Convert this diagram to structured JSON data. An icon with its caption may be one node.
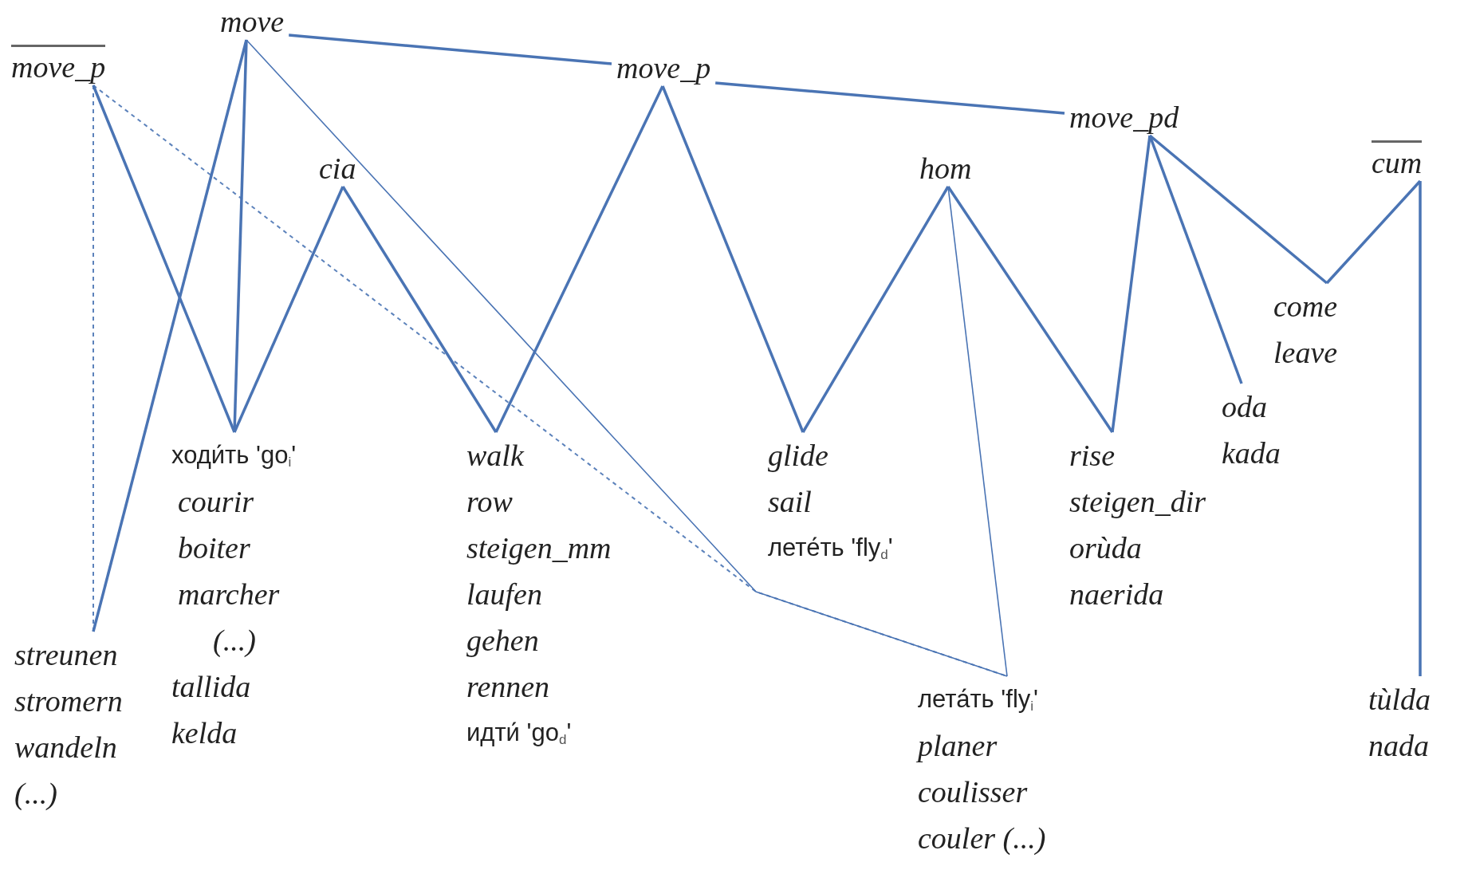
{
  "diagram": {
    "nodes": [
      {
        "text": [
          "move"
        ]
      },
      {
        "text": [
          "move_p"
        ]
      },
      {
        "text": [
          "move_p"
        ]
      },
      {
        "text": [
          "move_pd"
        ]
      },
      {
        "text": [
          "cia"
        ]
      },
      {
        "text": [
          "hom"
        ]
      },
      {
        "text": [
          "cum"
        ]
      },
      {
        "text": [
          "come",
          "leave"
        ]
      },
      {
        "text": [
          "oda",
          "kada"
        ]
      },
      {
        "text": [
          "ходи́ть 'go$_{i}$'",
          "courir",
          "boiter",
          "marcher",
          "(...)",
          "tallida",
          "kelda"
        ]
      },
      {
        "text": [
          "walk",
          "row",
          "steigen_mm",
          "laufen",
          "gehen",
          "rennen",
          "идти́ 'go$_{d}$'"
        ]
      },
      {
        "text": [
          "glide",
          "sail",
          "лете́ть 'fly$_{d}$'"
        ]
      },
      {
        "text": [
          "rise",
          "steigen_dir",
          "orùda",
          "naerida"
        ]
      },
      {
        "text": [
          "streunen",
          "stromern",
          "wandeln",
          "(...)"
        ]
      },
      {
        "text": [
          "лета́ть 'fly$_{i}$'",
          "planer",
          "coulisser",
          "couler (...)"
        ]
      },
      {
        "text": [
          "tùlda",
          "nada"
        ]
      }
    ],
    "edges": [
      {
        "from": 0,
        "to": 2,
        "arrow": "none"
      },
      {
        "from": 2,
        "to": 3,
        "arrow": "none"
      },
      {
        "from": 0,
        "to": 9,
        "arrow": "none"
      },
      {
        "from": 0,
        "to": 13,
        "arrow": "none"
      },
      {
        "from": 0,
        "to": 14,
        "arrow": "none"
      },
      {
        "from": 1,
        "to": 9,
        "arrow": "none"
      },
      {
        "from": 1,
        "to": 13,
        "arrow": "none",
        "style": "dashed"
      },
      {
        "from": 1,
        "to": 14,
        "arrow": "none",
        "style": "dashed"
      },
      {
        "from": 4,
        "to": 9,
        "arrow": "none"
      },
      {
        "from": 4,
        "to": 10,
        "arrow": "none"
      },
      {
        "from": 2,
        "to": 10,
        "arrow": "none"
      },
      {
        "from": 2,
        "to": 11,
        "arrow": "none"
      },
      {
        "from": 5,
        "to": 11,
        "arrow": "none"
      },
      {
        "from": 5,
        "to": 12,
        "arrow": "none"
      },
      {
        "from": 5,
        "to": 14,
        "arrow": "none"
      },
      {
        "from": 3,
        "to": 12,
        "arrow": "none"
      },
      {
        "from": 3,
        "to": 8,
        "arrow": "none"
      },
      {
        "from": 3,
        "to": 7,
        "arrow": "none"
      },
      {
        "from": 6,
        "to": 7,
        "arrow": "none"
      },
      {
        "from": 6,
        "to": 15,
        "arrow": "none"
      }
    ]
  }
}
